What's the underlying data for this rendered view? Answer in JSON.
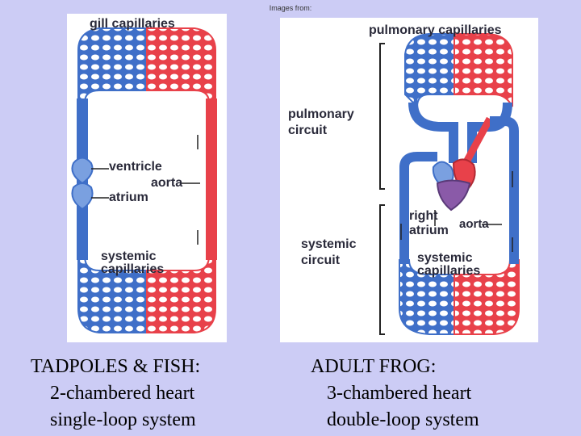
{
  "credit": "Images from:",
  "left_diagram": {
    "labels": {
      "gill_capillaries": "gill capillaries",
      "ventricle": "ventricle",
      "aorta": "aorta",
      "atrium": "atrium",
      "systemic_line1": "systemic",
      "systemic_line2": "capillaries"
    }
  },
  "right_diagram": {
    "labels": {
      "pulmonary_capillaries": "pulmonary capillaries",
      "pulmonary_circuit_1": "pulmonary",
      "pulmonary_circuit_2": "circuit",
      "right_1": "right",
      "right_2": "atrium",
      "aorta": "aorta",
      "systemic_circuit_1": "systemic",
      "systemic_circuit_2": "circuit",
      "systemic_cap_1": "systemic",
      "systemic_cap_2": "capillaries"
    }
  },
  "captions": {
    "left": {
      "title": "TADPOLES & FISH:",
      "line1": "2-chambered heart",
      "line2": "single-loop system"
    },
    "right": {
      "title": "ADULT FROG:",
      "line1": "3-chambered heart",
      "line2": "double-loop system"
    }
  },
  "colors": {
    "oxygenated": "#e8414a",
    "deoxygenated": "#3f6fc8",
    "background": "#ccccf5"
  }
}
